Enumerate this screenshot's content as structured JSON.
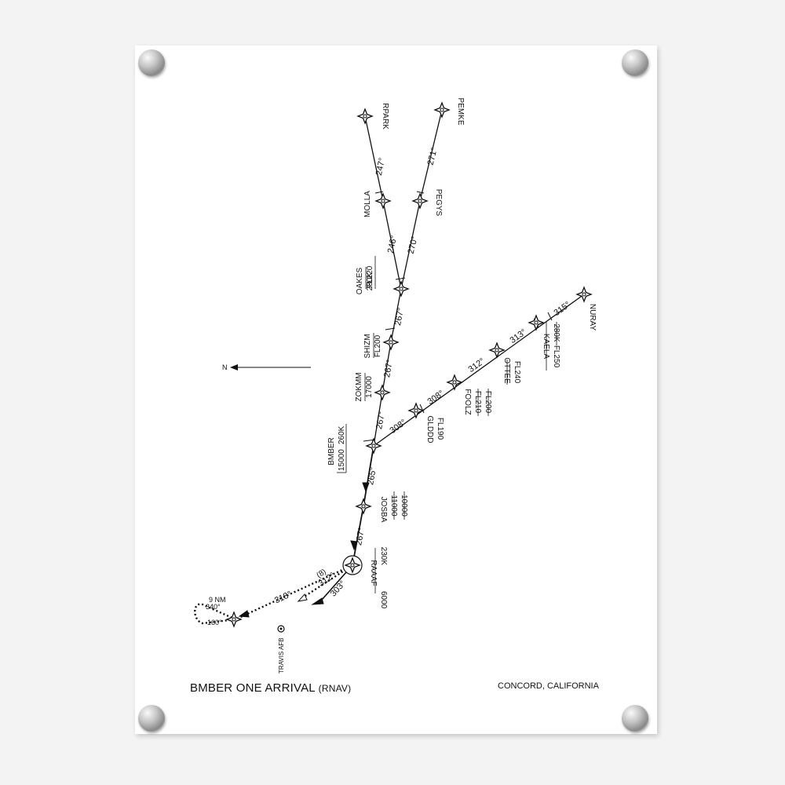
{
  "chart": {
    "title": "BMBER ONE ARRIVAL",
    "title_suffix": "(RNAV)",
    "location": "CONCORD, CALIFORNIA",
    "north_label": "N",
    "airport": "TRAVIS AFB",
    "holding_distance": "9 NM",
    "holding_outbound": "340°",
    "holding_inbound": "160°",
    "leg_distance": "(8)"
  },
  "fixes": {
    "rpark": {
      "name": "RPARK"
    },
    "pemke": {
      "name": "PEMKE"
    },
    "molla": {
      "name": "MOLLA"
    },
    "pegys": {
      "name": "PEGYS"
    },
    "oakes": {
      "name": "OAKES",
      "alt": "FL220",
      "spd": "280K"
    },
    "shizm": {
      "name": "SHIZM",
      "alt": "FL200"
    },
    "zokmm": {
      "name": "ZOKMM",
      "alt": "17000"
    },
    "bmber": {
      "name": "BMBER",
      "alt": "15000",
      "spd": "260K"
    },
    "josba": {
      "name": "JOSBA",
      "alt_top": "11000",
      "alt_bot": "10000"
    },
    "raaaf": {
      "name": "RAAAF",
      "alt": "6000",
      "spd": "230K"
    },
    "glddd": {
      "name": "GLDDD",
      "alt": "FL190"
    },
    "foolz": {
      "name": "FOOLZ",
      "alt_top": "FL210",
      "alt_bot": "FL200"
    },
    "ottee": {
      "name": "OTTEE",
      "alt": "FL240"
    },
    "kaela": {
      "name": "KAELA",
      "alt": "FL250",
      "spd": "280K"
    },
    "nuray": {
      "name": "NURAY"
    }
  },
  "courses": {
    "rpark_molla": "247°",
    "pemke_pegys": "271°",
    "molla_oakes": "246°",
    "pegys_oakes": "270°",
    "oakes_shizm": "267°",
    "shizm_zokmm": "267°",
    "zokmm_bmber": "267°",
    "bmber_josba": "265°",
    "josba_raaaf": "267°",
    "nuray_kaela": "315°",
    "kaela_ottee": "313°",
    "ottee_foolz": "312°",
    "foolz_glddd": "308°",
    "glddd_bmber": "308°",
    "raaaf_hold": "318°",
    "raaaf_312": "312°",
    "raaaf_303": "303°"
  }
}
